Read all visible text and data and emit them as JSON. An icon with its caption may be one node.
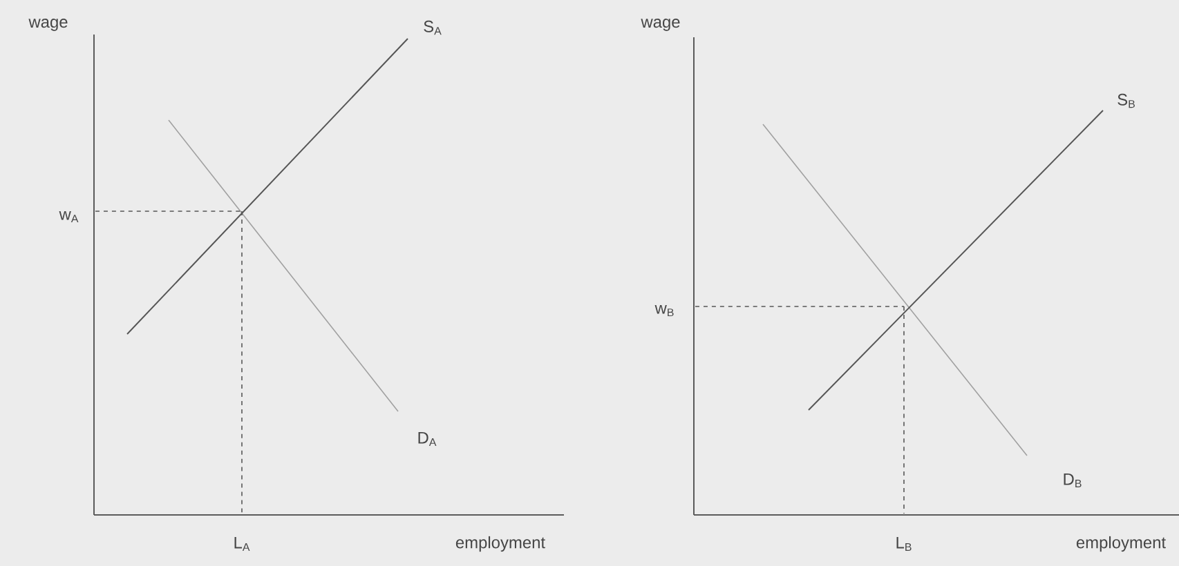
{
  "diagram": {
    "labels": [
      "wage",
      "S$_{A}$",
      "w$_{A}$",
      "D$_{A}$",
      "L$_{A}$",
      "employment",
      "wage",
      "S$_{B}$",
      "w$_{B}$",
      "D$_{B}$",
      "L$_{B}$",
      "employment"
    ]
  }
}
